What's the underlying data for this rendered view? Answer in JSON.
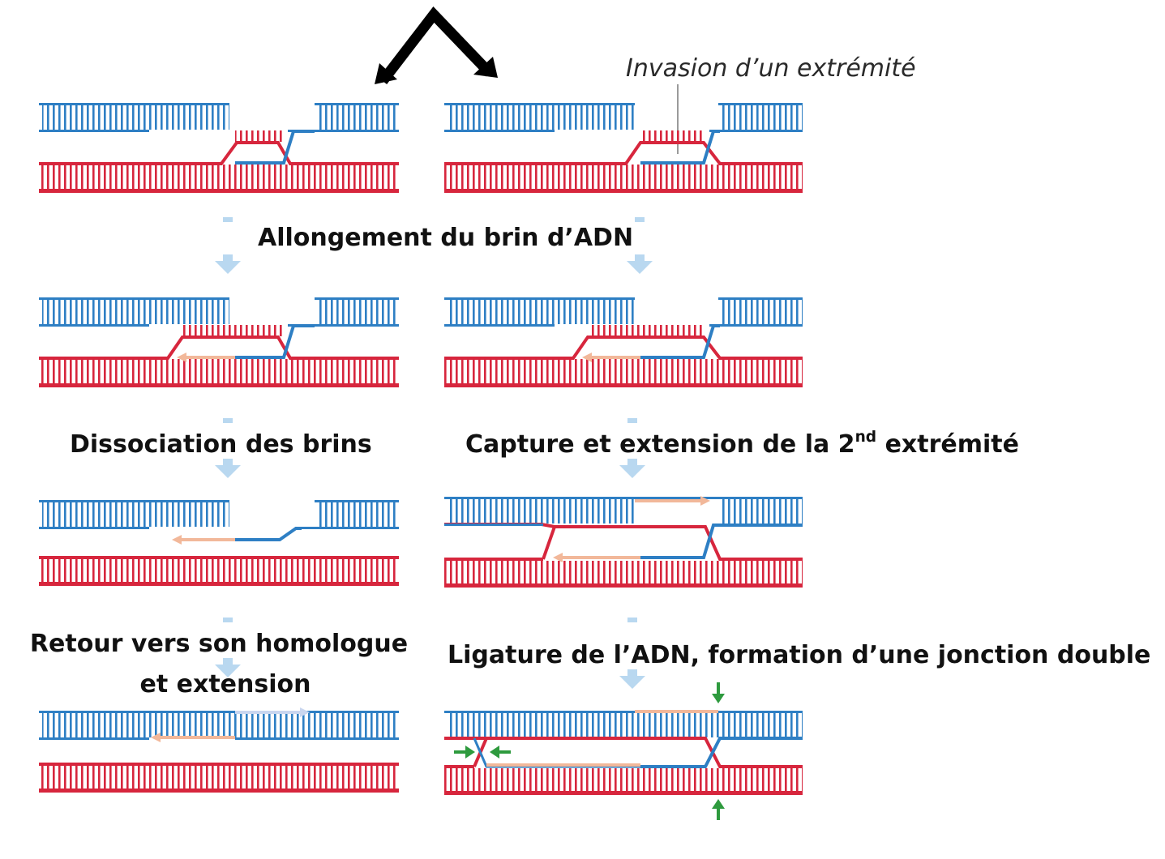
{
  "labels": {
    "invasion": "Invasion d’un extrémité",
    "allongement": "Allongement du brin d’ADN",
    "dissociation": "Dissociation des brins",
    "capture_main": "Capture et extension de la 2",
    "capture_sup": "nd",
    "capture_tail": " extrémité",
    "retour_line1": "Retour vers son homologue",
    "retour_line2": "et extension",
    "ligature": "Ligature de l’ADN, formation d’une jonction double"
  },
  "colors": {
    "blue": "#2e7fc4",
    "red": "#d7263d",
    "new_dna": "#f2b89a",
    "new_dna_light": "#c9d6ef",
    "flow_arrow": "#b9d8f0",
    "junction": "#2e9a3e",
    "black": "#000000"
  }
}
